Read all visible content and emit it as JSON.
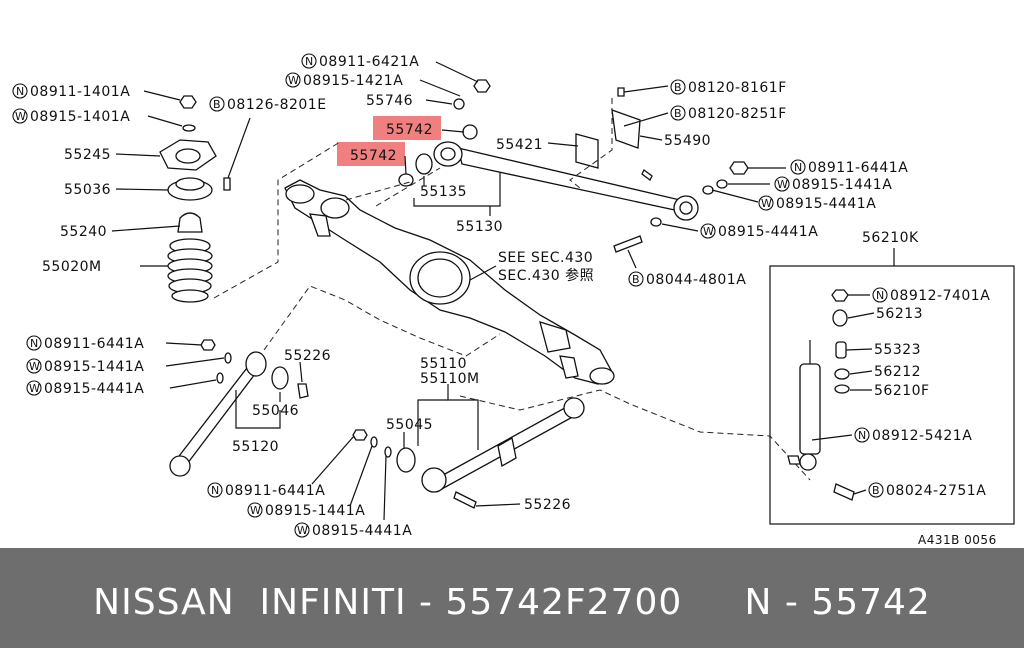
{
  "diagram": {
    "labels": {
      "n_08911_1401a": "08911-1401A",
      "w_08915_1401a": "08915-1401A",
      "p55245": "55245",
      "p55036": "55036",
      "p55240": "55240",
      "p55020m": "55020M",
      "b_08126_8201e": "08126-8201E",
      "n_08911_6421a": "08911-6421A",
      "w_08915_1421a": "08915-1421A",
      "p55746": "55746",
      "p55742_a": "55742",
      "p55742_b": "55742",
      "p55135": "55135",
      "p55130": "55130",
      "p55421": "55421",
      "b_08120_8161f": "08120-8161F",
      "b_08120_8251f": "08120-8251F",
      "p55490": "55490",
      "n_08911_6441a_r": "08911-6441A",
      "w_08915_1441a_r": "08915-1441A",
      "w_08915_4441a_r1": "08915-4441A",
      "w_08915_4441a_r2": "08915-4441A",
      "b_08044_4801a": "08044-4801A",
      "see_sec_1": "SEE SEC.430",
      "see_sec_2": "SEC.430 参照",
      "p56210k": "56210K",
      "n_08912_7401a": "08912-7401A",
      "p56213": "56213",
      "p55323": "55323",
      "p56212": "56212",
      "p56210f": "56210F",
      "n_08912_5421a": "08912-5421A",
      "b_08024_2751a": "08024-2751A",
      "n_08911_6441a_l": "08911-6441A",
      "w_08915_1441a_l": "08915-1441A",
      "w_08915_4441a_l": "08915-4441A",
      "p55226_a": "55226",
      "p55046": "55046",
      "p55120": "55120",
      "p55110": "55110",
      "p55110m": "55110M",
      "p55045": "55045",
      "n_08911_6441a_b": "08911-6441A",
      "w_08915_1441a_b": "08915-1441A",
      "w_08915_4441a_b": "08915-4441A",
      "p55226_b": "55226",
      "ref": "A431B 0056"
    },
    "symbols": {
      "n": "N",
      "w": "W",
      "b": "B"
    },
    "highlight_color": "#f08080"
  },
  "footer": {
    "text": "NISSAN  INFINITI - 55742F2700     N - 55742",
    "background": "#6e6e6e",
    "color": "#ffffff"
  }
}
